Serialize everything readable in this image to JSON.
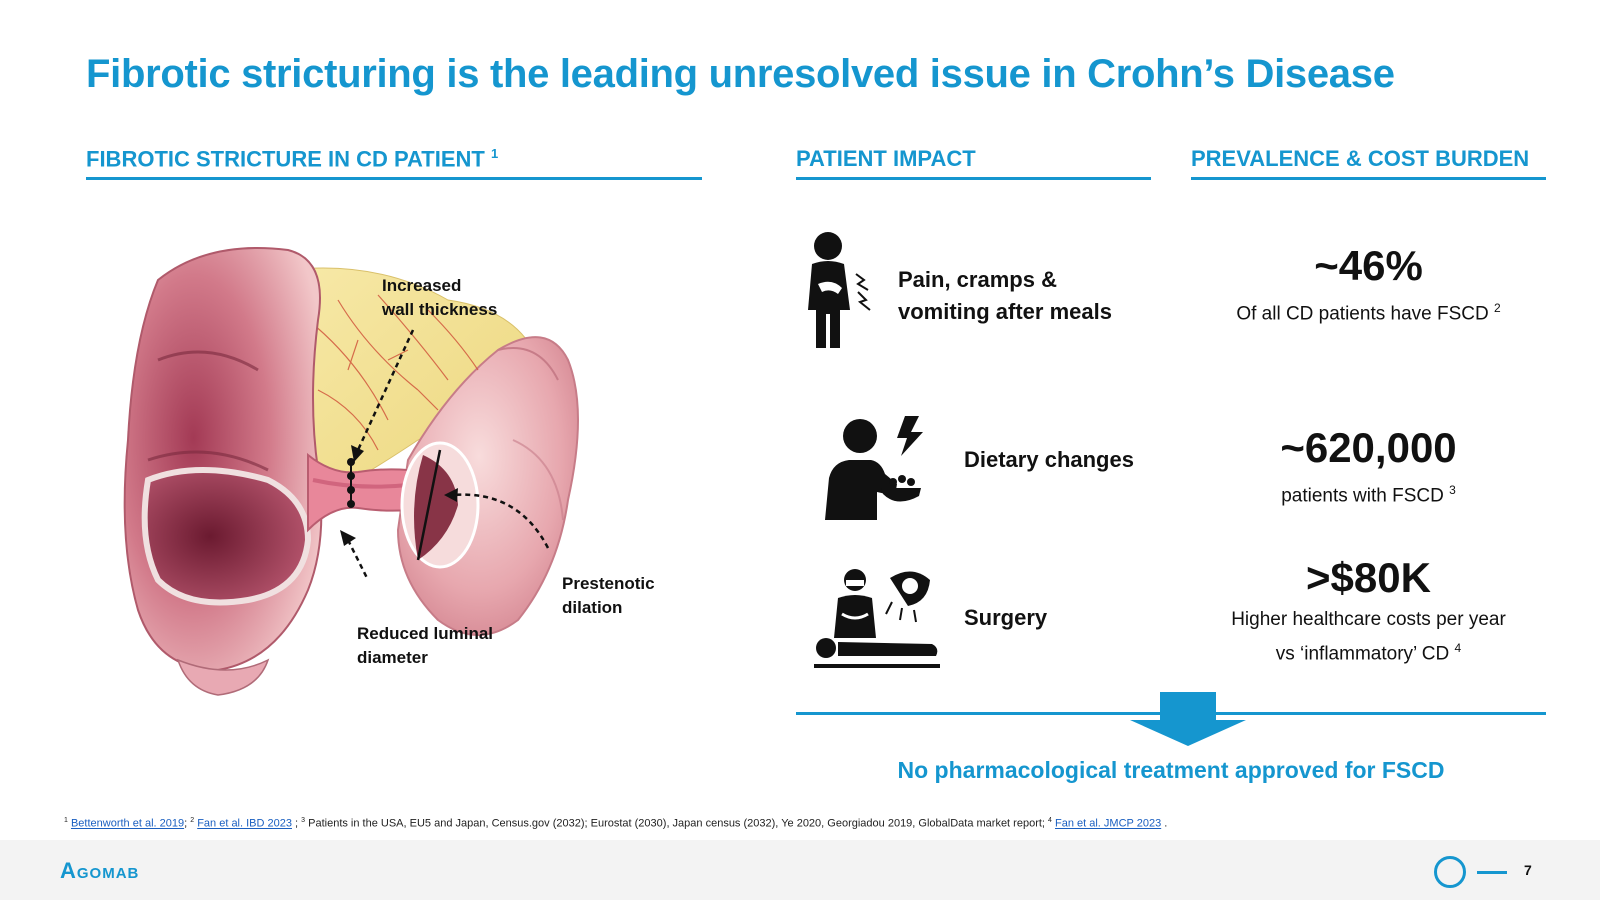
{
  "title": "Fibrotic stricturing is the leading unresolved issue in Crohn’s Disease",
  "sections": {
    "left": {
      "label": "FIBROTIC STRICTURE IN CD PATIENT",
      "ref": "1"
    },
    "middle": {
      "label": "PATIENT IMPACT"
    },
    "right": {
      "label": "PREVALENCE & COST BURDEN"
    }
  },
  "illustration": {
    "labels": {
      "wall_1": "Increased",
      "wall_2": "wall thickness",
      "prestenotic_1": "Prestenotic",
      "prestenotic_2": "dilation",
      "luminal_1": "Reduced luminal",
      "luminal_2": "diameter"
    }
  },
  "impacts": [
    {
      "icon": "stomach-pain-icon",
      "line1": "Pain, cramps &",
      "line2": "vomiting after meals"
    },
    {
      "icon": "diet-icon",
      "line1": "Dietary changes"
    },
    {
      "icon": "surgery-icon",
      "line1": "Surgery"
    }
  ],
  "stats": [
    {
      "value": "~46%",
      "desc1": "Of all CD patients have FSCD",
      "ref": "2"
    },
    {
      "value": "~620,000",
      "desc1": "patients with FSCD",
      "ref": "3"
    },
    {
      "value": ">$80K",
      "desc1": "Higher healthcare costs per year",
      "desc2": "vs ‘inflammatory’ CD",
      "ref": "4"
    }
  ],
  "conclusion": "No pharmacological treatment approved for FSCD",
  "footnote": {
    "ref1": "1",
    "link1": "Bettenworth et al. 2019",
    "ref2": "2",
    "link2": "Fan et al. IBD 2023",
    "ref3": "3",
    "text3": "Patients in the USA, EU5 and Japan, Census.gov (2032); Eurostat (2030), Japan census (2032), Ye 2020, Georgiadou 2019, GlobalData market report;",
    "ref4": "4",
    "link4": "Fan et al. JMCP 2023"
  },
  "footer": {
    "logo": "Agomab",
    "page": "7"
  },
  "colors": {
    "accent": "#1596cf"
  }
}
